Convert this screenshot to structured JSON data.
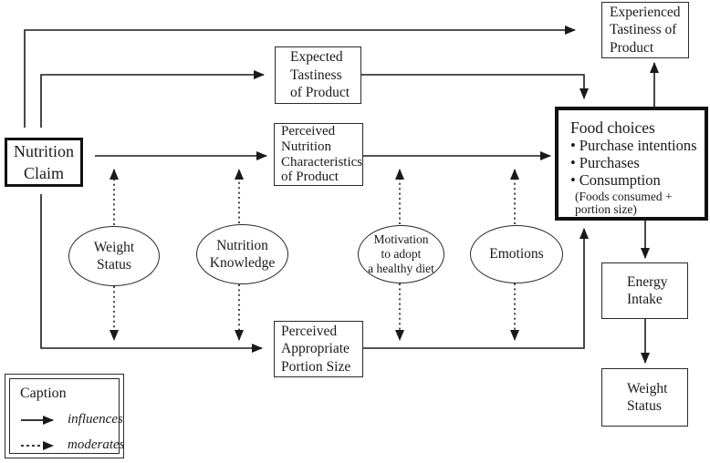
{
  "figure": {
    "background": "#ffffff",
    "line_color": "#1a1a1a",
    "nodes": {
      "nutrition_claim": {
        "label": "Nutrition\nClaim"
      },
      "expected_tastiness": {
        "label": "Expected\nTastiness\nof Product"
      },
      "perceived_nutrition_characteristics": {
        "label": "Perceived\nNutrition\nCharacteristics\nof Product"
      },
      "perceived_appropriate_portion_size": {
        "label": "Perceived\nAppropriate\nPortion Size"
      },
      "experienced_tastiness": {
        "label": "Experienced\nTastiness of\nProduct"
      },
      "food_choices": {
        "title": "Food choices",
        "bullet_char": "•",
        "bullets": [
          "Purchase intentions",
          "Purchases",
          "Consumption"
        ],
        "note": "(Foods consumed +\nportion size)"
      },
      "energy_intake": {
        "label": "Energy\nIntake"
      },
      "weight_status_outcome": {
        "label": "Weight\nStatus"
      }
    },
    "moderators": {
      "weight_status": {
        "label": "Weight\nStatus"
      },
      "nutrition_knowledge": {
        "label": "Nutrition\nKnowledge"
      },
      "motivation": {
        "label": "Motivation\nto adopt\na healthy diet"
      },
      "emotions": {
        "label": "Emotions"
      }
    },
    "caption": {
      "title": "Caption",
      "influences_label": "influences",
      "moderates_label": "moderates"
    }
  }
}
